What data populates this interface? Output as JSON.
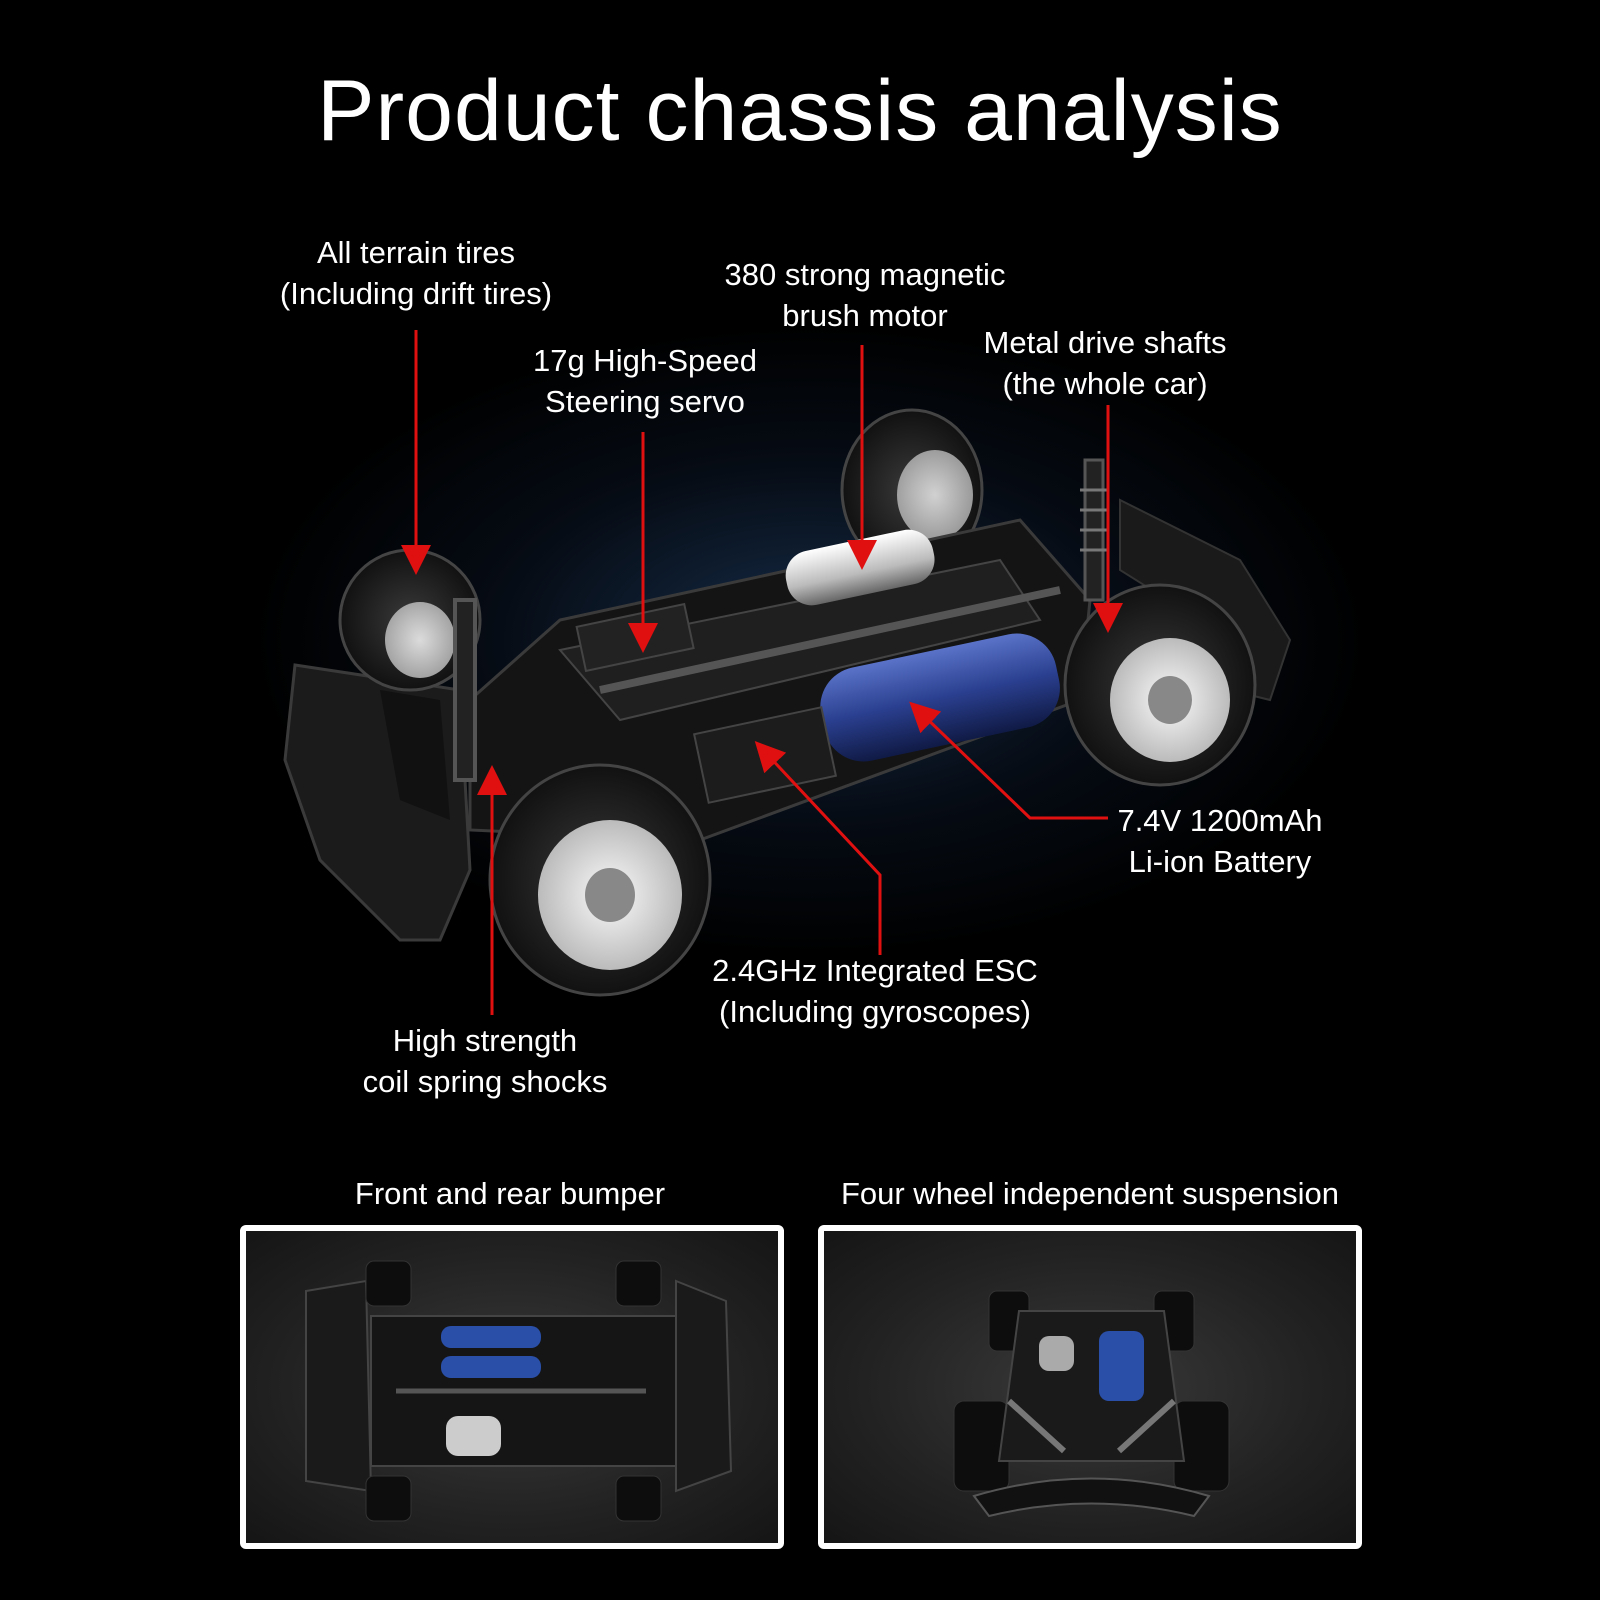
{
  "title": "Product chassis analysis",
  "callouts": [
    {
      "lines": [
        "All terrain tires",
        "(Including drift tires)"
      ]
    },
    {
      "lines": [
        "380 strong magnetic",
        "brush motor"
      ]
    },
    {
      "lines": [
        "17g High-Speed",
        "Steering servo"
      ]
    },
    {
      "lines": [
        "Metal drive shafts",
        "(the whole car)"
      ]
    },
    {
      "lines": [
        "7.4V 1200mAh",
        "Li-ion Battery"
      ]
    },
    {
      "lines": [
        "2.4GHz Integrated ESC",
        "(Including gyroscopes)"
      ]
    },
    {
      "lines": [
        "High strength",
        "coil spring shocks"
      ]
    }
  ],
  "panels": [
    {
      "caption": "Front and rear bumper"
    },
    {
      "caption": "Four wheel independent suspension"
    }
  ],
  "colors": {
    "background": "#000000",
    "arrow": "#e01010",
    "battery": "#2a3f8f",
    "text": "#ffffff"
  }
}
